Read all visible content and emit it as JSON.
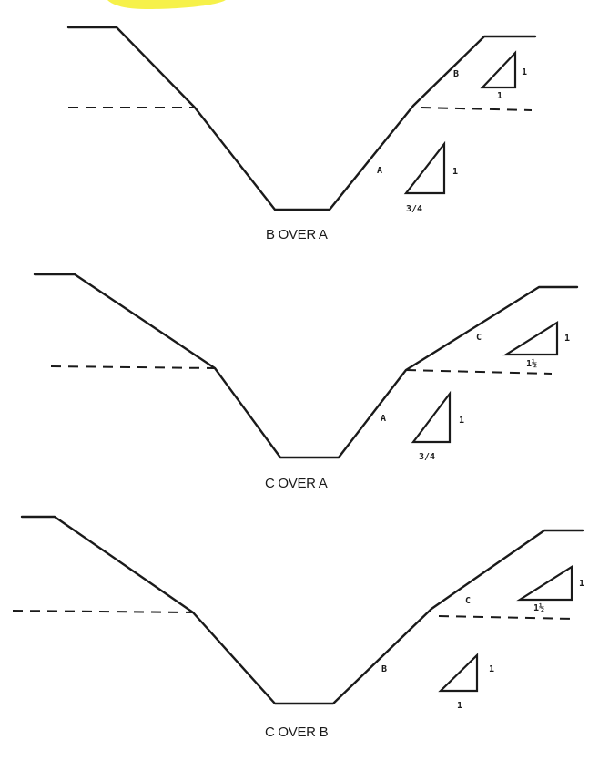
{
  "highlight_color": "#f5ee2a",
  "diagrams": [
    {
      "caption": "B OVER A",
      "upper_layer": "B",
      "lower_layer": "A",
      "upper_slope": {
        "rise": "1",
        "run": "1"
      },
      "lower_slope": {
        "rise": "1",
        "run": "3/4"
      }
    },
    {
      "caption": "C OVER A",
      "upper_layer": "C",
      "lower_layer": "A",
      "upper_slope": {
        "rise": "1",
        "run": "1½"
      },
      "lower_slope": {
        "rise": "1",
        "run": "3/4"
      }
    },
    {
      "caption": "C OVER B",
      "upper_layer": "C",
      "lower_layer": "B",
      "upper_slope": {
        "rise": "1",
        "run": "1½"
      },
      "lower_slope": {
        "rise": "1",
        "run": "1"
      }
    }
  ]
}
